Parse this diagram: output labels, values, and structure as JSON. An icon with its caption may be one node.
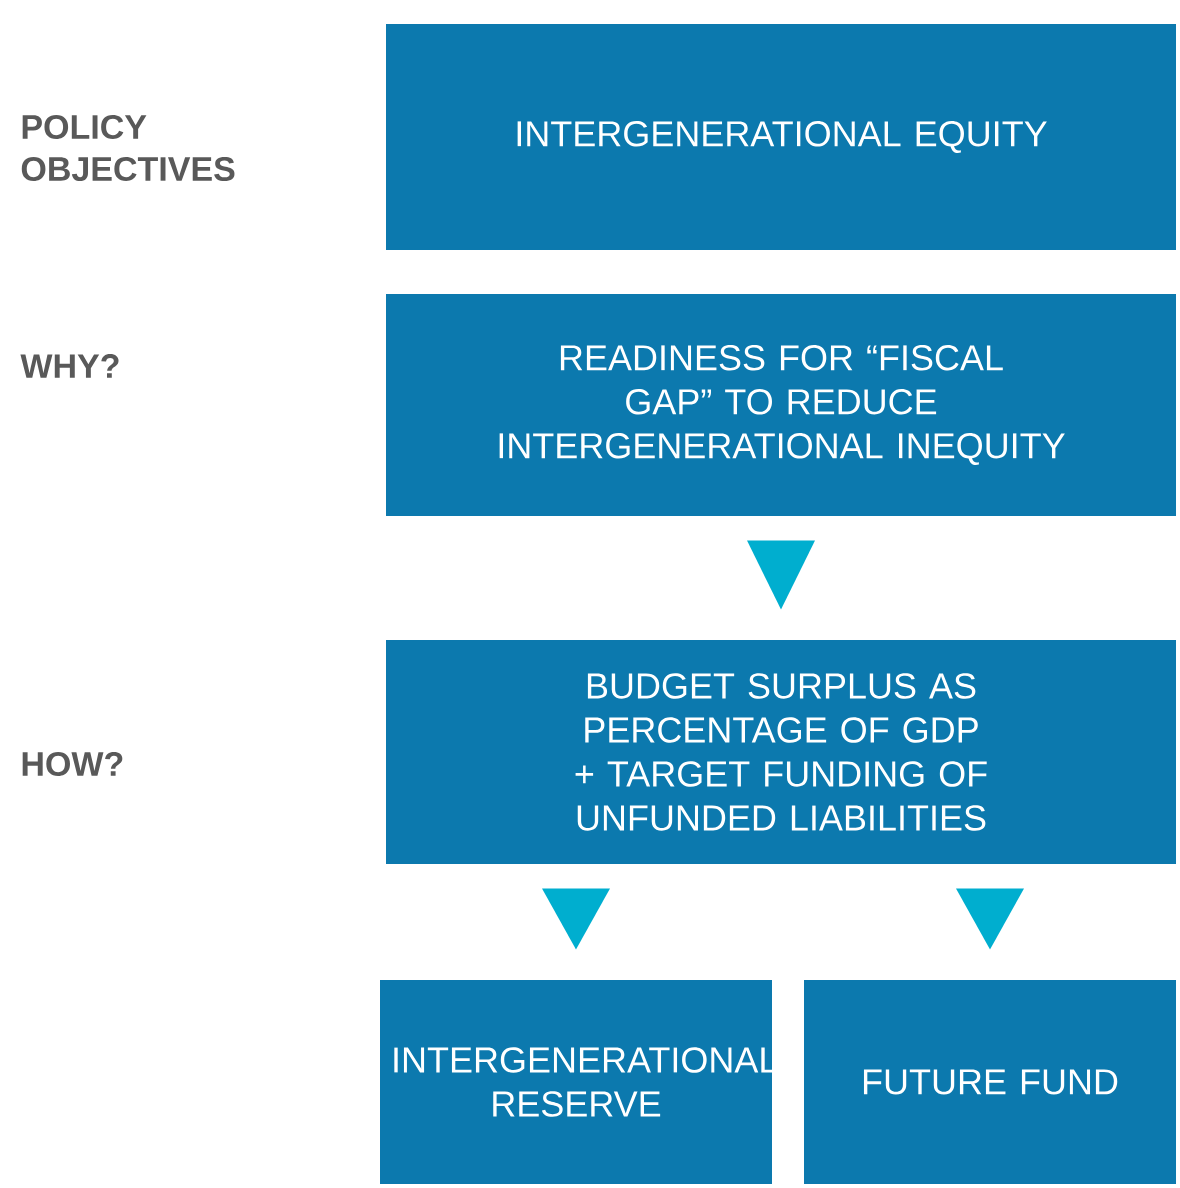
{
  "diagram": {
    "nodes": [
      {
        "text": [
          "INTERGENERATIONAL EQUITY"
        ]
      },
      {
        "text": [
          "READINESS FOR “FISCAL GAP” TO REDUCE INTERGENERATIONAL INEQUITY"
        ]
      },
      {
        "text": [
          "BUDGET SURPLUS AS PERCENTAGE OF GDP + TARGET FUNDING OF UNFUNDED LIABILITIES"
        ]
      },
      {
        "text": [
          "INTERGENERATIONAL RESERVE"
        ]
      },
      {
        "text": [
          "FUTURE FUND"
        ]
      }
    ],
    "edges": [
      {
        "from": 1,
        "to": 2,
        "arrow": "to"
      },
      {
        "from": 2,
        "to": 3,
        "arrow": "to"
      },
      {
        "from": 2,
        "to": 4,
        "arrow": "to"
      }
    ],
    "labels": [
      "POLICY OBJECTIVES",
      "WHY?",
      "HOW?"
    ]
  }
}
